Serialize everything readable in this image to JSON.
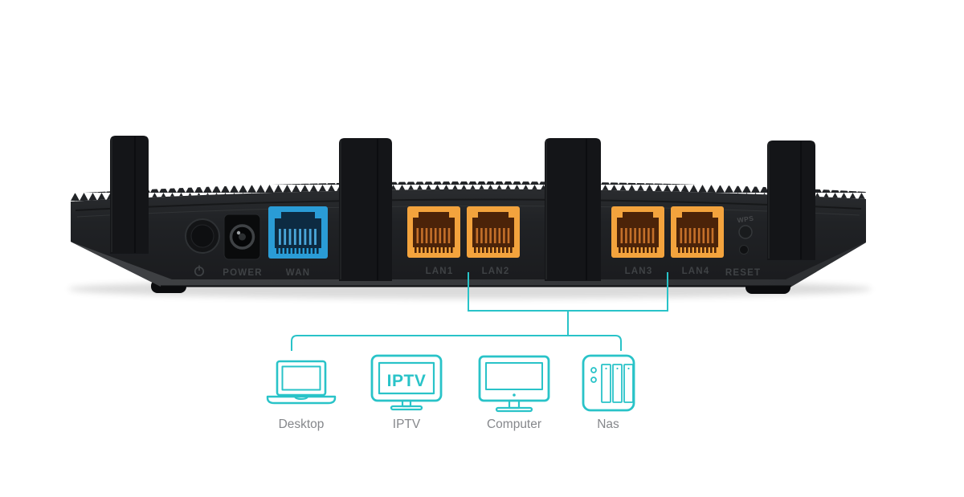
{
  "colors": {
    "teal": "#29c3c8",
    "lan_orange": "#f3a33d",
    "wan_blue": "#2a9cd6",
    "device_label_gray": "#85878b",
    "panel_label_gray": "#3f4245"
  },
  "router": {
    "labels": {
      "power": "POWER",
      "wan": "WAN",
      "lan1": "LAN1",
      "lan2": "LAN2",
      "lan3": "LAN3",
      "lan4": "LAN4",
      "reset": "RESET",
      "wps": "WPS"
    }
  },
  "devices": [
    {
      "name": "Desktop"
    },
    {
      "name": "IPTV",
      "screen_text": "IPTV"
    },
    {
      "name": "Computer"
    },
    {
      "name": "Nas"
    }
  ],
  "connections": {
    "lan_ports_grouped": [
      "LAN1",
      "LAN2",
      "LAN3",
      "LAN4"
    ],
    "connected_devices": [
      "Desktop",
      "IPTV",
      "Computer",
      "Nas"
    ]
  }
}
